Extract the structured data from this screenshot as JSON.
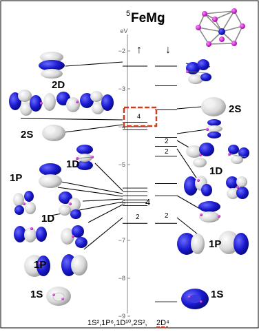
{
  "figure": {
    "title": "FeMg",
    "title_superscript": "5",
    "title_subscript": "8",
    "axis": {
      "unit": "eV",
      "ticks": [
        {
          "value": -2,
          "label": "−2"
        },
        {
          "value": -3,
          "label": "−3"
        },
        {
          "value": -4,
          "label": "−4"
        },
        {
          "value": -5,
          "label": "−5"
        },
        {
          "value": -6,
          "label": "−6"
        },
        {
          "value": -7,
          "label": "−7"
        },
        {
          "value": -8,
          "label": "−8"
        },
        {
          "value": -9,
          "label": "−9"
        }
      ]
    },
    "spin_up_label": "↑",
    "spin_down_label": "↓",
    "spin_up_levels": [
      -2.4,
      -3.88,
      -4.0,
      -4.08,
      -5.62,
      -5.72,
      -5.82,
      -5.93,
      -6.0,
      -6.08,
      -6.55
    ],
    "spin_down_levels": [
      -2.4,
      -2.92,
      -3.55,
      -4.28,
      -4.52,
      -4.78,
      -5.5,
      -5.82,
      -6.55,
      -8.62
    ],
    "degeneracy_labels": {
      "up_2D": "4",
      "up_1D": "4",
      "up_1P": "2",
      "down_1D_a": "2",
      "down_1D_b": "2",
      "down_1P": "2"
    },
    "shell_labels": {
      "2D": "2D",
      "2S_left": "2S",
      "2S_right": "2S",
      "1D_left_upper": "1D",
      "1D_left_lower": "1D",
      "1D_right": "1D",
      "1P_left": "1P",
      "1P_right": "1P",
      "1S_left": "1S",
      "1S_right": "1S"
    },
    "configuration": {
      "text": "1S²,1P⁶,1D¹⁰,2S²,",
      "highlight": "2D⁴"
    },
    "colors": {
      "orbital_blue": "#1a1ad0",
      "orbital_gray": "#d8d8d8",
      "highlight_red": "#d03a1e",
      "atom_magenta": "#cc22cc"
    }
  }
}
